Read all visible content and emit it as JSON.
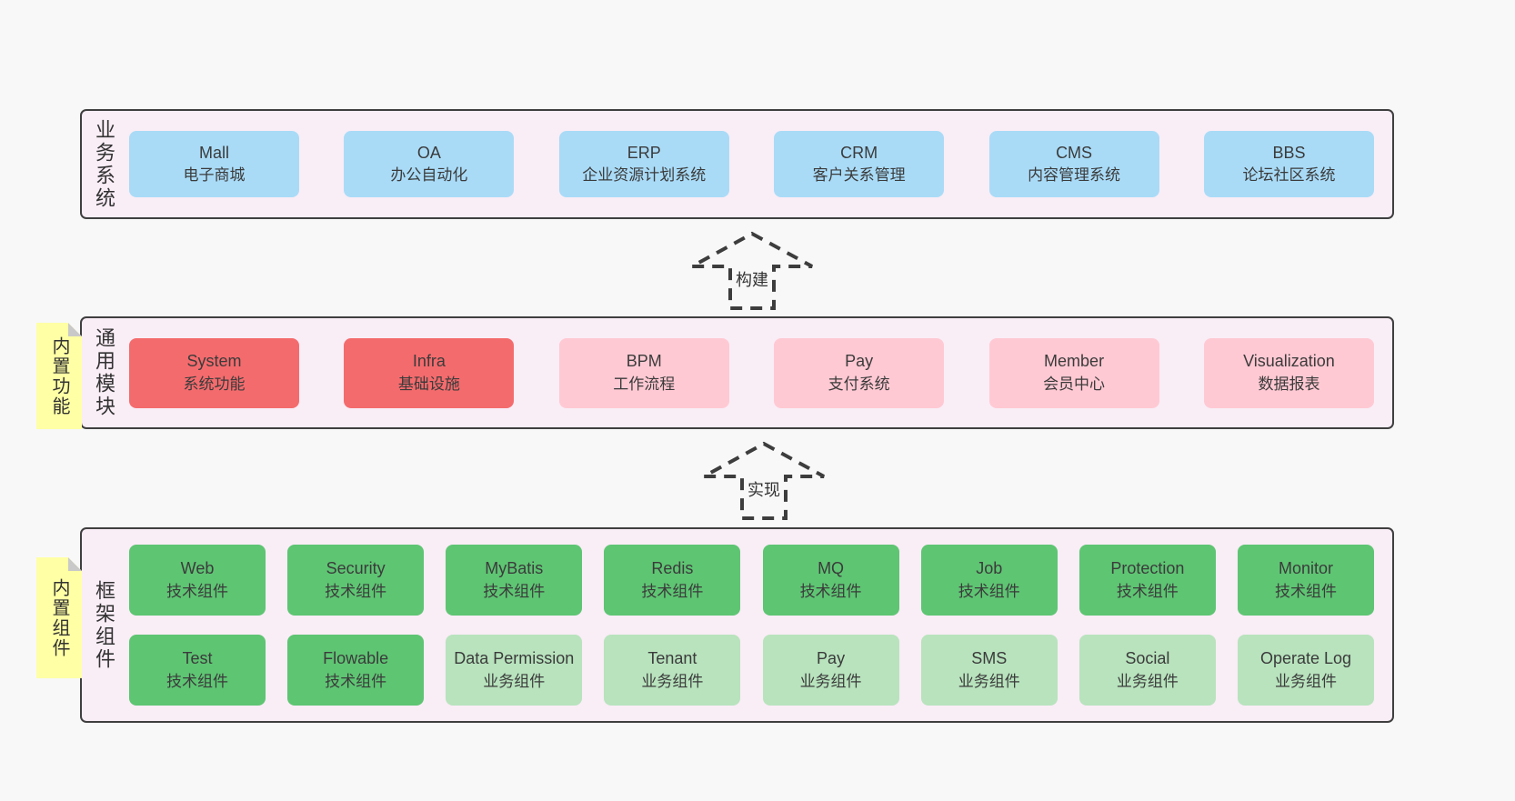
{
  "colors": {
    "page_bg": "#f8f8f8",
    "panel_bg": "#f9edf6",
    "panel_border": "#3f3f3f",
    "blue_box": "#a9dbf7",
    "red_box": "#f46b6d",
    "pink_box": "#ffc9d3",
    "green_box": "#5ec573",
    "lightgreen_box": "#b8e3bd",
    "note_bg": "#ffffa5",
    "note_fold": "#c9c9c9"
  },
  "layers": [
    {
      "label": "业务系统",
      "boxes": [
        {
          "name": "Mall",
          "desc": "电子商城",
          "type": "blue"
        },
        {
          "name": "OA",
          "desc": "办公自动化",
          "type": "blue"
        },
        {
          "name": "ERP",
          "desc": "企业资源计划系统",
          "type": "blue"
        },
        {
          "name": "CRM",
          "desc": "客户关系管理",
          "type": "blue"
        },
        {
          "name": "CMS",
          "desc": "内容管理系统",
          "type": "blue"
        },
        {
          "name": "BBS",
          "desc": "论坛社区系统",
          "type": "blue"
        }
      ]
    },
    {
      "label": "通用模块",
      "note": "内置功能",
      "boxes": [
        {
          "name": "System",
          "desc": "系统功能",
          "type": "red"
        },
        {
          "name": "Infra",
          "desc": "基础设施",
          "type": "red"
        },
        {
          "name": "BPM",
          "desc": "工作流程",
          "type": "pink"
        },
        {
          "name": "Pay",
          "desc": "支付系统",
          "type": "pink"
        },
        {
          "name": "Member",
          "desc": "会员中心",
          "type": "pink"
        },
        {
          "name": "Visualization",
          "desc": "数据报表",
          "type": "pink"
        }
      ]
    },
    {
      "label": "框架组件",
      "note": "内置组件",
      "rows": [
        [
          {
            "name": "Web",
            "desc": "技术组件",
            "type": "green"
          },
          {
            "name": "Security",
            "desc": "技术组件",
            "type": "green"
          },
          {
            "name": "MyBatis",
            "desc": "技术组件",
            "type": "green"
          },
          {
            "name": "Redis",
            "desc": "技术组件",
            "type": "green"
          },
          {
            "name": "MQ",
            "desc": "技术组件",
            "type": "green"
          },
          {
            "name": "Job",
            "desc": "技术组件",
            "type": "green"
          },
          {
            "name": "Protection",
            "desc": "技术组件",
            "type": "green"
          },
          {
            "name": "Monitor",
            "desc": "技术组件",
            "type": "green"
          }
        ],
        [
          {
            "name": "Test",
            "desc": "技术组件",
            "type": "green"
          },
          {
            "name": "Flowable",
            "desc": "技术组件",
            "type": "green"
          },
          {
            "name": "Data Permission",
            "desc": "业务组件",
            "type": "lightgreen"
          },
          {
            "name": "Tenant",
            "desc": "业务组件",
            "type": "lightgreen"
          },
          {
            "name": "Pay",
            "desc": "业务组件",
            "type": "lightgreen"
          },
          {
            "name": "SMS",
            "desc": "业务组件",
            "type": "lightgreen"
          },
          {
            "name": "Social",
            "desc": "业务组件",
            "type": "lightgreen"
          },
          {
            "name": "Operate Log",
            "desc": "业务组件",
            "type": "lightgreen"
          }
        ]
      ]
    }
  ],
  "arrows": [
    {
      "label": "构建"
    },
    {
      "label": "实现"
    }
  ]
}
